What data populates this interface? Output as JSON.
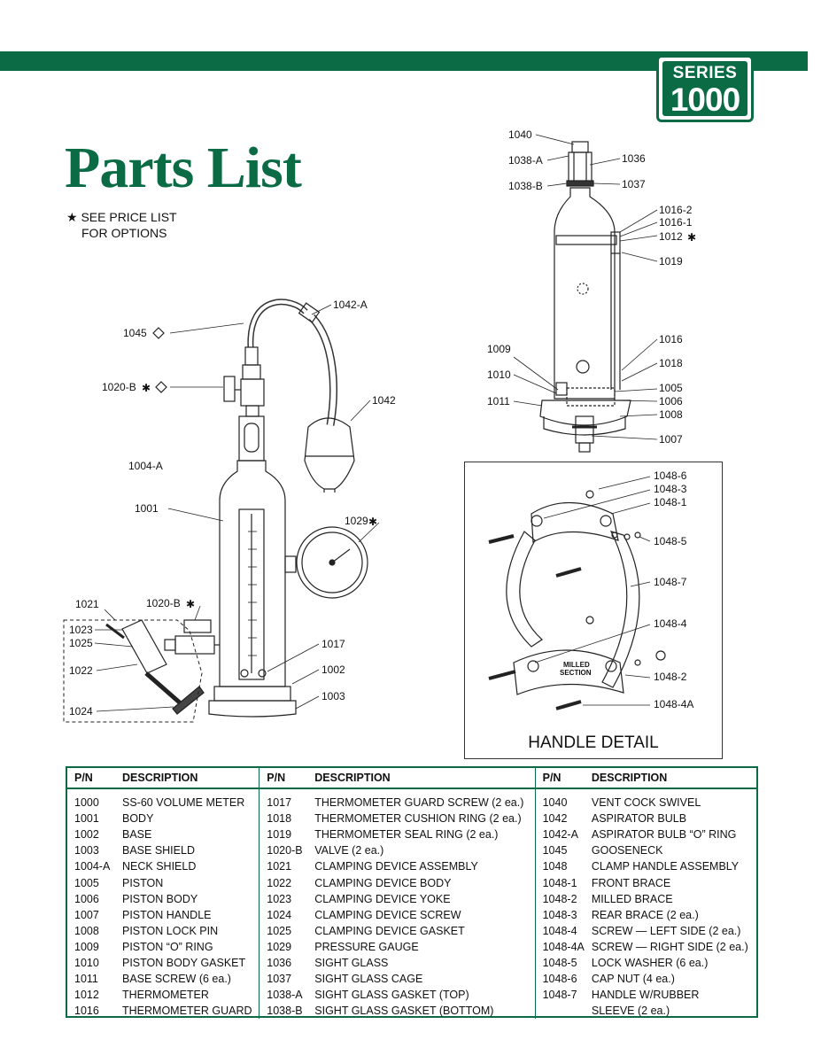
{
  "header": {
    "series_label": "SERIES",
    "series_number": "1000"
  },
  "page_title": "Parts List",
  "note": {
    "star": "★",
    "line1": "SEE PRICE LIST",
    "line2": "FOR OPTIONS"
  },
  "diagram_labels": {
    "main": [
      {
        "id": "1042-A",
        "text": "1042-A"
      },
      {
        "id": "1045",
        "text": "1045"
      },
      {
        "id": "1020-B-top",
        "text": "1020-B"
      },
      {
        "id": "1042",
        "text": "1042"
      },
      {
        "id": "1004-A",
        "text": "1004-A"
      },
      {
        "id": "1001",
        "text": "1001"
      },
      {
        "id": "1029",
        "text": "1029"
      },
      {
        "id": "1021",
        "text": "1021"
      },
      {
        "id": "1020-B-low",
        "text": "1020-B"
      },
      {
        "id": "1023",
        "text": "1023"
      },
      {
        "id": "1025",
        "text": "1025"
      },
      {
        "id": "1017",
        "text": "1017"
      },
      {
        "id": "1022",
        "text": "1022"
      },
      {
        "id": "1002",
        "text": "1002"
      },
      {
        "id": "1003",
        "text": "1003"
      },
      {
        "id": "1024",
        "text": "1024"
      }
    ],
    "sight": [
      {
        "id": "1040",
        "text": "1040"
      },
      {
        "id": "1038-A",
        "text": "1038-A"
      },
      {
        "id": "1036",
        "text": "1036"
      },
      {
        "id": "1038-B",
        "text": "1038-B"
      },
      {
        "id": "1037",
        "text": "1037"
      },
      {
        "id": "1016-2",
        "text": "1016-2"
      },
      {
        "id": "1016-1",
        "text": "1016-1"
      },
      {
        "id": "1012",
        "text": "1012"
      },
      {
        "id": "1019",
        "text": "1019"
      },
      {
        "id": "1016",
        "text": "1016"
      },
      {
        "id": "1009",
        "text": "1009"
      },
      {
        "id": "1018",
        "text": "1018"
      },
      {
        "id": "1010",
        "text": "1010"
      },
      {
        "id": "1005",
        "text": "1005"
      },
      {
        "id": "1011",
        "text": "1011"
      },
      {
        "id": "1006",
        "text": "1006"
      },
      {
        "id": "1008",
        "text": "1008"
      },
      {
        "id": "1007",
        "text": "1007"
      }
    ],
    "handle": [
      {
        "id": "1048-6",
        "text": "1048-6"
      },
      {
        "id": "1048-3",
        "text": "1048-3"
      },
      {
        "id": "1048-1",
        "text": "1048-1"
      },
      {
        "id": "1048-5",
        "text": "1048-5"
      },
      {
        "id": "1048-7",
        "text": "1048-7"
      },
      {
        "id": "1048-4",
        "text": "1048-4"
      },
      {
        "id": "milled1",
        "text": "MILLED"
      },
      {
        "id": "milled2",
        "text": "SECTION"
      },
      {
        "id": "1048-2",
        "text": "1048-2"
      },
      {
        "id": "1048-4A",
        "text": "1048-4A"
      }
    ],
    "handle_title": "HANDLE DETAIL"
  },
  "parts_table": {
    "headers": {
      "pn": "P/N",
      "desc": "DESCRIPTION"
    },
    "rows": [
      [
        [
          "1000",
          "SS-60 VOLUME METER"
        ],
        [
          "1017",
          "THERMOMETER GUARD SCREW (2 ea.)"
        ],
        [
          "1040",
          "VENT COCK SWIVEL"
        ]
      ],
      [
        [
          "1001",
          "BODY"
        ],
        [
          "1018",
          "THERMOMETER CUSHION RING (2 ea.)"
        ],
        [
          "1042",
          "ASPIRATOR BULB"
        ]
      ],
      [
        [
          "1002",
          "BASE"
        ],
        [
          "1019",
          "THERMOMETER SEAL RING (2 ea.)"
        ],
        [
          "1042-A",
          "ASPIRATOR BULB “O” RING"
        ]
      ],
      [
        [
          "1003",
          "BASE SHIELD"
        ],
        [
          "1020-B",
          "VALVE (2 ea.)"
        ],
        [
          "1045",
          "GOOSENECK"
        ]
      ],
      [
        [
          "1004-A",
          "NECK SHIELD"
        ],
        [
          "1021",
          "CLAMPING DEVICE ASSEMBLY"
        ],
        [
          "1048",
          "CLAMP HANDLE ASSEMBLY"
        ]
      ],
      [
        [
          "1005",
          "PISTON"
        ],
        [
          "1022",
          "CLAMPING DEVICE BODY"
        ],
        [
          "1048-1",
          "FRONT BRACE"
        ]
      ],
      [
        [
          "1006",
          "PISTON BODY"
        ],
        [
          "1023",
          "CLAMPING DEVICE YOKE"
        ],
        [
          "1048-2",
          "MILLED BRACE"
        ]
      ],
      [
        [
          "1007",
          "PISTON HANDLE"
        ],
        [
          "1024",
          "CLAMPING DEVICE SCREW"
        ],
        [
          "1048-3",
          "REAR BRACE (2 ea.)"
        ]
      ],
      [
        [
          "1008",
          "PISTON LOCK PIN"
        ],
        [
          "1025",
          "CLAMPING DEVICE GASKET"
        ],
        [
          "1048-4",
          "SCREW — LEFT SIDE (2 ea.)"
        ]
      ],
      [
        [
          "1009",
          "PISTON “O” RING"
        ],
        [
          "1029",
          "PRESSURE GAUGE"
        ],
        [
          "1048-4A",
          "SCREW — RIGHT SIDE (2 ea.)"
        ]
      ],
      [
        [
          "1010",
          "PISTON BODY GASKET"
        ],
        [
          "1036",
          "SIGHT GLASS"
        ],
        [
          "1048-5",
          "LOCK WASHER (6 ea.)"
        ]
      ],
      [
        [
          "1011",
          "BASE SCREW (6 ea.)"
        ],
        [
          "1037",
          "SIGHT GLASS CAGE"
        ],
        [
          "1048-6",
          "CAP NUT (4 ea.)"
        ]
      ],
      [
        [
          "1012",
          "THERMOMETER"
        ],
        [
          "1038-A",
          "SIGHT GLASS GASKET (TOP)"
        ],
        [
          "1048-7",
          "HANDLE W/RUBBER"
        ]
      ],
      [
        [
          "1016",
          "THERMOMETER GUARD"
        ],
        [
          "1038-B",
          "SIGHT GLASS GASKET (BOTTOM)"
        ],
        [
          "",
          "SLEEVE (2 ea.)"
        ]
      ]
    ]
  },
  "colors": {
    "brand_green": "#0a6b45"
  },
  "icons": [
    "star-icon",
    "diamond-icon"
  ]
}
